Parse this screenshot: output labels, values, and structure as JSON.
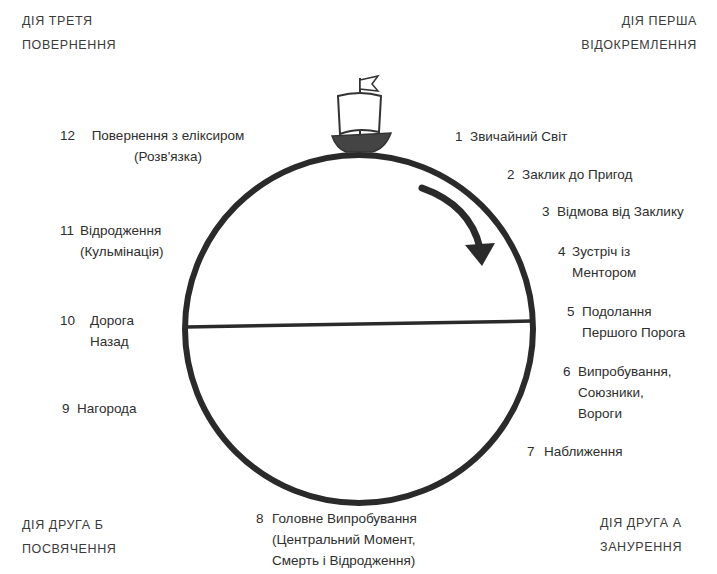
{
  "diagram": {
    "labels": [
      "ДІЯ ТРЕТЯ",
      "ПОВЕРНЕННЯ",
      "ДІЯ ПЕРША",
      "ВІДОКРЕМЛЕННЯ",
      "1",
      "Звичайний Світ",
      "2",
      "Заклик до Пригод",
      "3",
      "Відмова від Заклику",
      "4",
      "Зустріч із Ментором",
      "5",
      "Подолання Першого Порога",
      "6",
      "Випробування, Союзники, Вороги",
      "7",
      "Наближення",
      "8",
      "Головне Випробування (Центральний Момент, Смерть і Відродження)",
      "9",
      "Нагорода",
      "10",
      "Дорога Назад",
      "11",
      "Відродження (Кульмінація)",
      "12",
      "Повернення з еліксиром (Розв'язка)",
      "ДІЯ ДРУГА Б",
      "ПОСВЯЧЕННЯ",
      "ДІЯ ДРУГА А",
      "ЗАНУРЕННЯ"
    ]
  }
}
